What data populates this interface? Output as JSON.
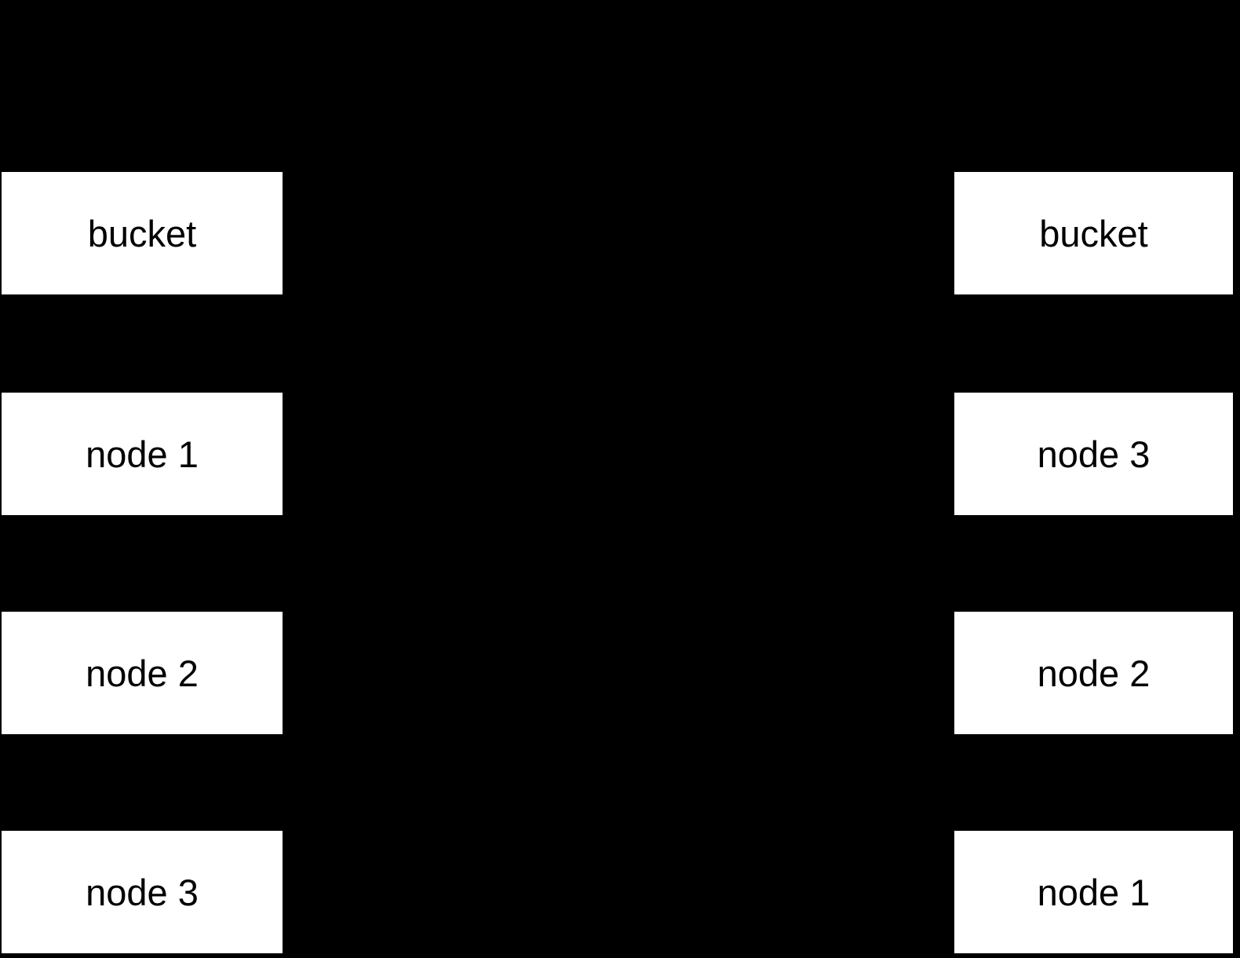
{
  "diagram": {
    "background_color": "#000000",
    "box_fill_color": "#ffffff",
    "box_text_color": "#000000",
    "left_column": {
      "items": [
        {
          "label": "bucket"
        },
        {
          "label": "node 1"
        },
        {
          "label": "node 2"
        },
        {
          "label": "node 3"
        }
      ]
    },
    "right_column": {
      "items": [
        {
          "label": "bucket"
        },
        {
          "label": "node 3"
        },
        {
          "label": "node 2"
        },
        {
          "label": "node 1"
        }
      ]
    }
  }
}
